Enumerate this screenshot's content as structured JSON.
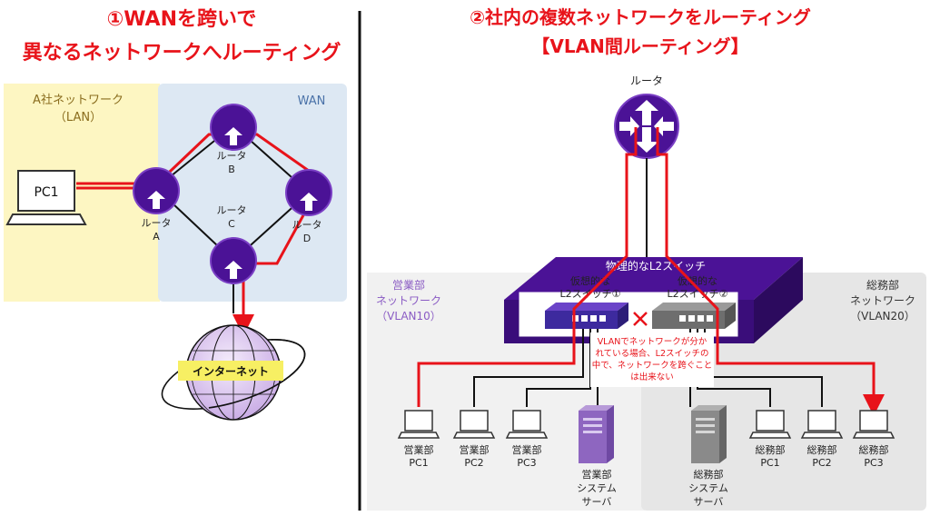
{
  "left": {
    "title_line1": "①WANを跨いで",
    "title_line2": "異なるネットワークへルーティング",
    "lan_label_1": "A社ネットワーク",
    "lan_label_2": "（LAN）",
    "wan_label": "WAN",
    "pc_label": "PC1",
    "router_a_1": "ルータ",
    "router_a_2": "A",
    "router_b_1": "ルータ",
    "router_b_2": "B",
    "router_c_1": "ルータ",
    "router_c_2": "C",
    "router_d_1": "ルータ",
    "router_d_2": "D",
    "internet_label": "インターネット"
  },
  "right": {
    "title_line1": "②社内の複数ネットワークをルーティング",
    "title_line2": "【VLAN間ルーティング】",
    "router_label": "ルータ",
    "physical_switch_label": "物理的なL2スイッチ",
    "sales_net_1": "営業部",
    "sales_net_2": "ネットワーク",
    "sales_net_3": "（VLAN10）",
    "general_net_1": "総務部",
    "general_net_2": "ネットワーク",
    "general_net_3": "（VLAN20）",
    "vswitch1_1": "仮想的な",
    "vswitch1_2": "L2スイッチ①",
    "vswitch2_1": "仮想的な",
    "vswitch2_2": "L2スイッチ②",
    "note_1": "VLANでネットワークが分か",
    "note_2": "れている場合、L2スイッチの",
    "note_3": "中で、ネットワークを跨ぐこと",
    "note_4": "は出来ない",
    "sales_pcs": [
      {
        "dept": "営業部",
        "name": "PC1"
      },
      {
        "dept": "営業部",
        "name": "PC2"
      },
      {
        "dept": "営業部",
        "name": "PC3"
      }
    ],
    "sales_server": [
      "営業部",
      "システム",
      "サーバ"
    ],
    "general_server": [
      "総務部",
      "システム",
      "サーバ"
    ],
    "general_pcs": [
      {
        "dept": "総務部",
        "name": "PC1"
      },
      {
        "dept": "総務部",
        "name": "PC2"
      },
      {
        "dept": "総務部",
        "name": "PC3"
      }
    ]
  },
  "colors": {
    "router": "#4b1296",
    "router_ring": "#7a3fc4",
    "route": "#e8131a",
    "lan_bg": "#fdf6c2",
    "wan_bg": "#dde8f3",
    "sales_bg": "#f1f1f1",
    "general_bg": "#e6e6e6",
    "lan_text": "#8a6d1e",
    "wan_text": "#4a72a8",
    "sales_text": "#8a5bc4",
    "switch_body": "#4b1296"
  }
}
